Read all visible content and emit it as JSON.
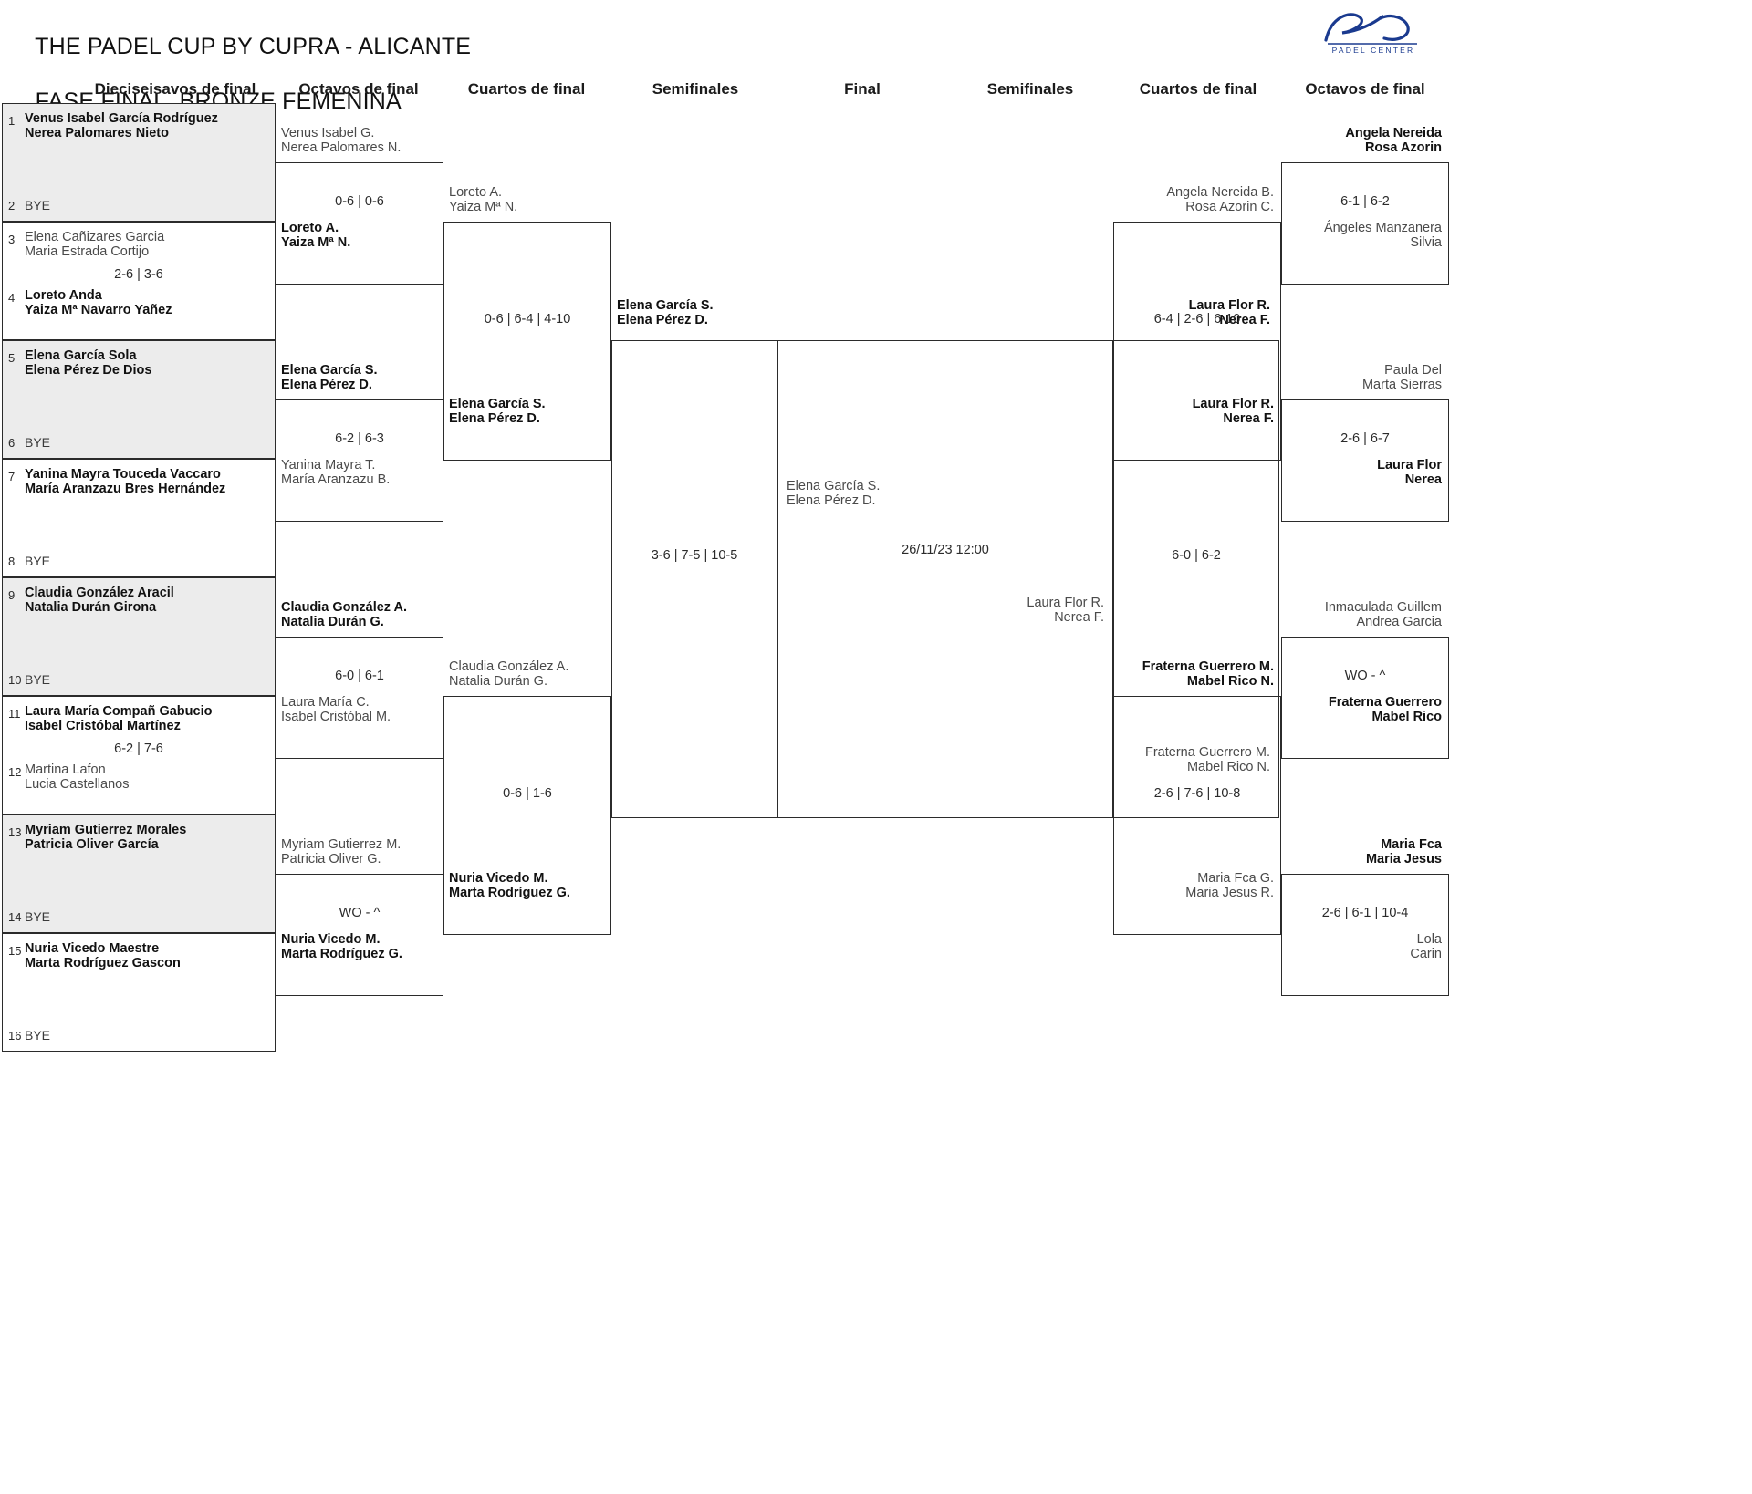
{
  "header": {
    "title_line1": "THE PADEL CUP BY CUPRA - ALICANTE",
    "title_line2": "FASE FINAL. BRONZE FEMENINA",
    "logo_name": "Bela Padel Center",
    "logo_sub": "PADEL CENTER"
  },
  "rounds": {
    "left_r32": "Dieciseisavos de final",
    "left_r16": "Octavos de final",
    "left_qf": "Cuartos de final",
    "left_sf": "Semifinales",
    "final": "Final",
    "right_sf": "Semifinales",
    "right_qf": "Cuartos de final",
    "right_r16": "Octavos de final"
  },
  "final_match": {
    "date": "26/11/23 12:00"
  },
  "left_seeds": [
    {
      "n": "1",
      "p1": "Venus Isabel García Rodríguez",
      "p2": "Nerea Palomares Nieto",
      "state": "win"
    },
    {
      "n": "2",
      "bye": "BYE"
    },
    {
      "n": "3",
      "p1": "Elena Cañizares Garcia",
      "p2": "Maria Estrada Cortijo",
      "state": "lose"
    },
    {
      "n": "4",
      "p1": "Loreto Anda",
      "p2": "Yaiza Mª Navarro Yañez",
      "state": "win"
    },
    {
      "n": "5",
      "p1": "Elena García Sola",
      "p2": "Elena Pérez De Dios",
      "state": "win"
    },
    {
      "n": "6",
      "bye": "BYE"
    },
    {
      "n": "7",
      "p1": "Yanina Mayra Touceda Vaccaro",
      "p2": "María Aranzazu Bres Hernández",
      "state": "win"
    },
    {
      "n": "8",
      "bye": "BYE"
    },
    {
      "n": "9",
      "p1": "Claudia González Aracil",
      "p2": "Natalia Durán Girona",
      "state": "win"
    },
    {
      "n": "10",
      "bye": "BYE"
    },
    {
      "n": "11",
      "p1": "Laura María Compañ Gabucio",
      "p2": "Isabel Cristóbal Martínez",
      "state": "win"
    },
    {
      "n": "12",
      "p1": "Martina Lafon",
      "p2": "Lucia Castellanos",
      "state": "lose"
    },
    {
      "n": "13",
      "p1": "Myriam Gutierrez Morales",
      "p2": "Patricia Oliver García",
      "state": "win"
    },
    {
      "n": "14",
      "bye": "BYE"
    },
    {
      "n": "15",
      "p1": "Nuria Vicedo Maestre",
      "p2": "Marta Rodríguez Gascon",
      "state": "win"
    },
    {
      "n": "16",
      "bye": "BYE"
    }
  ],
  "left_r32_scores": [
    {
      "id": "s34",
      "text": "2-6 | 3-6"
    },
    {
      "id": "s1112",
      "text": "6-2 | 7-6"
    }
  ],
  "left_r16": [
    {
      "top1": "Venus Isabel G.",
      "top2": "Nerea Palomares N.",
      "top_state": "lose",
      "bot1": "Loreto A.",
      "bot2": "Yaiza Mª N.",
      "bot_state": "win",
      "score": "0-6 | 0-6"
    },
    {
      "top1": "Elena García S.",
      "top2": "Elena Pérez D.",
      "top_state": "win",
      "bot1": "Yanina Mayra T.",
      "bot2": "María Aranzazu B.",
      "bot_state": "lose",
      "score": "6-2 | 6-3"
    },
    {
      "top1": "Claudia González A.",
      "top2": "Natalia Durán G.",
      "top_state": "win",
      "bot1": "Laura María C.",
      "bot2": "Isabel Cristóbal M.",
      "bot_state": "lose",
      "score": "6-0 | 6-1"
    },
    {
      "top1": "Myriam Gutierrez M.",
      "top2": "Patricia Oliver G.",
      "top_state": "lose",
      "bot1": "Nuria Vicedo M.",
      "bot2": "Marta Rodríguez G.",
      "bot_state": "win",
      "score": "WO - ^"
    }
  ],
  "left_qf": [
    {
      "top1": "Loreto A.",
      "top2": "Yaiza Mª N.",
      "top_state": "lose",
      "bot1": "Elena García S.",
      "bot2": "Elena Pérez D.",
      "bot_state": "win",
      "score": "0-6 | 6-4 | 4-10"
    },
    {
      "top1": "Claudia González A.",
      "top2": "Natalia Durán G.",
      "top_state": "lose",
      "bot1": "Nuria Vicedo M.",
      "bot2": "Marta Rodríguez G.",
      "bot_state": "win",
      "score": "0-6 | 1-6"
    }
  ],
  "left_sf": [
    {
      "top1": "Elena García S.",
      "top2": "Elena Pérez D.",
      "top_state": "win",
      "score": "3-6 | 7-5 | 10-5"
    }
  ],
  "final_left": {
    "p1": "Elena García S.",
    "p2": "Elena Pérez D.",
    "state": "lose"
  },
  "final_right": {
    "p1": "Laura Flor R.",
    "p2": "Nerea F.",
    "state": "lose"
  },
  "right_sf": [
    {
      "top1": "Laura Flor R.",
      "top2": "Nerea F.",
      "top_state": "win",
      "bot1": "Fraterna Guerrero M.",
      "bot2": "Mabel Rico N.",
      "bot_state": "lose",
      "score": "6-0 | 6-2"
    }
  ],
  "right_qf": [
    {
      "top1": "Angela Nereida B.",
      "top2": "Rosa Azorin C.",
      "top_state": "lose",
      "bot1": "Laura Flor R.",
      "bot2": "Nerea F.",
      "bot_state": "win",
      "score": "6-4 | 2-6 | 6-10"
    },
    {
      "top1": "Fraterna Guerrero M.",
      "top2": "Mabel Rico N.",
      "top_state": "win",
      "bot1": "Maria Fca G.",
      "bot2": "Maria Jesus R.",
      "bot_state": "lose",
      "score": "2-6 | 7-6 | 10-8"
    }
  ],
  "right_r16": [
    {
      "top1": "Angela Nereida",
      "top2": "Rosa Azorin",
      "top_state": "win",
      "bot1": "Ángeles Manzanera",
      "bot2": "Silvia",
      "bot_state": "lose",
      "score": "6-1 | 6-2"
    },
    {
      "top1": "Paula Del",
      "top2": "Marta Sierras",
      "top_state": "lose",
      "bot1": "Laura Flor",
      "bot2": "Nerea",
      "bot_state": "win",
      "score": "2-6 | 6-7"
    },
    {
      "top1": "Inmaculada Guillem",
      "top2": "Andrea Garcia",
      "top_state": "lose",
      "bot1": "Fraterna Guerrero",
      "bot2": "Mabel Rico",
      "bot_state": "win",
      "score": "WO - ^"
    },
    {
      "top1": "Maria Fca",
      "top2": "Maria Jesus",
      "top_state": "win",
      "bot1": "Lola",
      "bot2": "Carin",
      "bot_state": "lose",
      "score": "2-6 | 6-1 | 10-4"
    }
  ]
}
